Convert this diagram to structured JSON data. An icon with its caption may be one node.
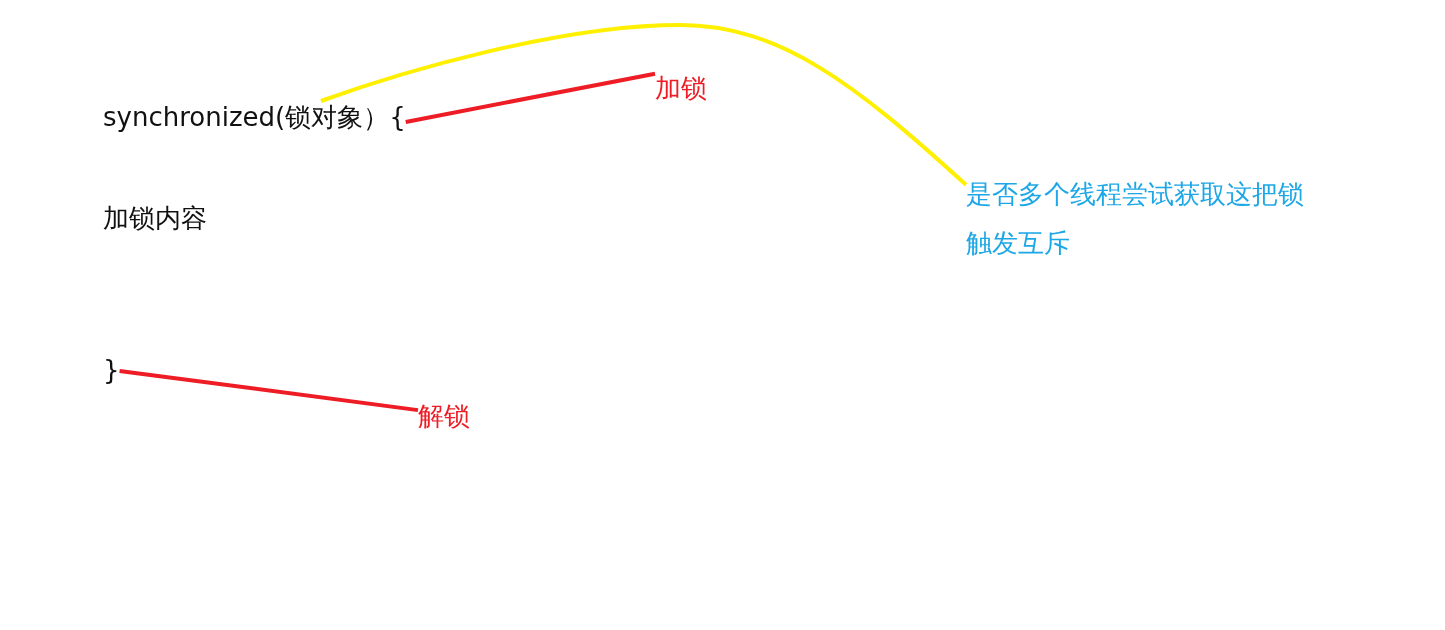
{
  "diagram": {
    "nodes": [
      {
        "text": [
          "synchronized(锁对象）{"
        ]
      },
      {
        "text": [
          "加锁内容"
        ]
      },
      {
        "text": [
          "}"
        ]
      },
      {
        "text": [
          "加锁"
        ]
      },
      {
        "text": [
          "解锁"
        ]
      },
      {
        "text": [
          "是否多个线程尝试获取这把锁触发互斥"
        ]
      }
    ],
    "edges": [
      {
        "from": 3,
        "to": 0,
        "arrow": "none"
      },
      {
        "from": 4,
        "to": 2,
        "arrow": "none"
      },
      {
        "from": 5,
        "to": 0,
        "arrow": "none",
        "color": "#fff000"
      }
    ]
  }
}
